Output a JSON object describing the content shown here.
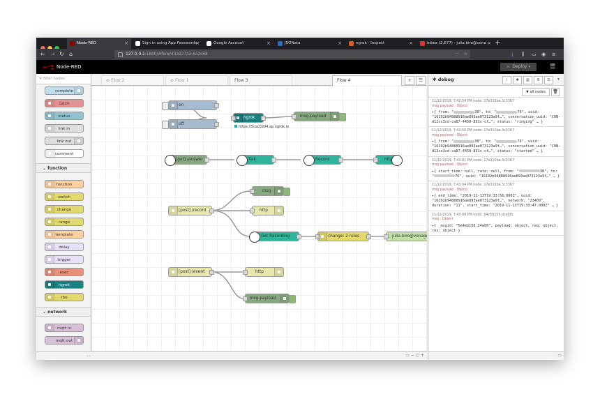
{
  "browser": {
    "tabs": [
      {
        "label": "Node-RED",
        "color": "#8f0000"
      },
      {
        "label": "Sign in using App Passwords -",
        "color": "#ffffff"
      },
      {
        "label": "Google Account",
        "color": "#ffffff"
      },
      {
        "label": "JSONata",
        "color": "#2a6ebb"
      },
      {
        "label": "ngrok - Inspect",
        "color": "#e05a2b"
      },
      {
        "label": "Inbox (2,677) - julia.biro@vona",
        "color": "#d33"
      }
    ],
    "url_host": "127.0.0.1",
    "url_rest": ":1880/#flow/43a927a2.6a2c68"
  },
  "app": {
    "title": "Node-RED",
    "deploy_label": "Deploy"
  },
  "palette": {
    "filter_placeholder": "filter nodes",
    "nodes_top": [
      {
        "label": "complete",
        "color": "#c0deed"
      },
      {
        "label": "catch",
        "color": "#e49191"
      },
      {
        "label": "status",
        "color": "#94c1d0"
      },
      {
        "label": "link in",
        "color": "#dddddd"
      },
      {
        "label": "link out",
        "color": "#dddddd"
      },
      {
        "label": "comment",
        "color": "#ffffff"
      }
    ],
    "category_function": "function",
    "nodes_function": [
      {
        "label": "function",
        "color": "#fdd0a2"
      },
      {
        "label": "switch",
        "color": "#e2d96e"
      },
      {
        "label": "change",
        "color": "#e2d96e"
      },
      {
        "label": "range",
        "color": "#e2d96e"
      },
      {
        "label": "template",
        "color": "#fdd0a2"
      },
      {
        "label": "delay",
        "color": "#e6e0f8"
      },
      {
        "label": "trigger",
        "color": "#e6e0f8"
      },
      {
        "label": "exec",
        "color": "#e8907c"
      },
      {
        "label": "ngrok",
        "color": "#1a7f7f"
      },
      {
        "label": "rbe",
        "color": "#e2d96e"
      }
    ],
    "category_network": "network",
    "nodes_network": [
      {
        "label": "mqtt in",
        "color": "#d8bfd8"
      },
      {
        "label": "mqtt out",
        "color": "#d8bfd8"
      }
    ]
  },
  "workspace": {
    "tabs": [
      "Flow 2",
      "Flow 1",
      "Flow 3",
      "Flow 4"
    ],
    "active_tab": "Flow 4",
    "nodes": {
      "on": "on",
      "off": "off",
      "ngrok": "ngrok",
      "ngrok_url": "https://5cac0204.ap.ngrok.io",
      "msg_payload_1": "msg.payload",
      "get_answer": "[get] /answer",
      "talk": "Talk",
      "record": "Record",
      "http_1": "http",
      "post_record": "[post] /record",
      "msg": "msg",
      "http_2": "http",
      "get_recording": "Get Recording",
      "change_rules": "change: 2 rules",
      "email": "julia.biro@vonage.com",
      "post_event": "[post] /event",
      "http_3": "http",
      "msg_payload_2": "msg.payload"
    }
  },
  "debug": {
    "title": "debug",
    "filter_label": "all nodes",
    "messages": [
      {
        "meta": "11/12/2019, 7:42:54 PM   node: 17e310ba.3c3367",
        "topic": "msg.payload : Object",
        "lines": [
          "▸{ from: \"",
          "38\", to: \"",
          "76\", uuid: \"16192b94888916ae893ae073123a9f…\", conversation_uuid: \"CON-d12cc3cd-ca87-4458-831c-cf…\", status: \"ringing\" … }"
        ]
      },
      {
        "meta": "11/12/2019, 7:42:56 PM   node: 17e310ba.3c3367",
        "topic": "msg.payload : Object",
        "lines": [
          "▸{ from: \"",
          "38\", to: \"",
          "76\", uuid: \"16192b94888916ae893ae073123a9f…\", conversation_uuid: \"CON-d12cc3cd-ca87-4458-831c-cf…\", status: \"started\" … }"
        ]
      },
      {
        "meta": "11/12/2019, 7:43:01 PM   node: 17e310ba.3c3367",
        "topic": "msg.payload : Object",
        "lines": [
          "▸{ start_time: null, rate: null, from: \"",
          "38\", to: \"",
          "76\", uuid: \"16192b94888916ae893ae073123a9f…\" … }"
        ]
      },
      {
        "meta": "11/12/2019, 7:43:04 PM   node: 17e310ba.3c3367",
        "topic": "msg.payload : Object",
        "lines": [
          "▸{ end_time: \"2019-11-13T19:33:58.000Z\", uuid: \"16192b94888916ae893ae073123a9f…\", network: \"23409\", duration: \"11\", start_time: \"2019-11-13T19:33:47.000Z\" … }"
        ]
      },
      {
        "meta": "11/12/2019, 7:43:08 PM   node: 64c69255.dce98c",
        "topic": "msg : Object",
        "lines": [
          "▸{ _msgid: \"5e4eb156.24a08\", payload: object, req: object, res: object }"
        ]
      }
    ]
  }
}
